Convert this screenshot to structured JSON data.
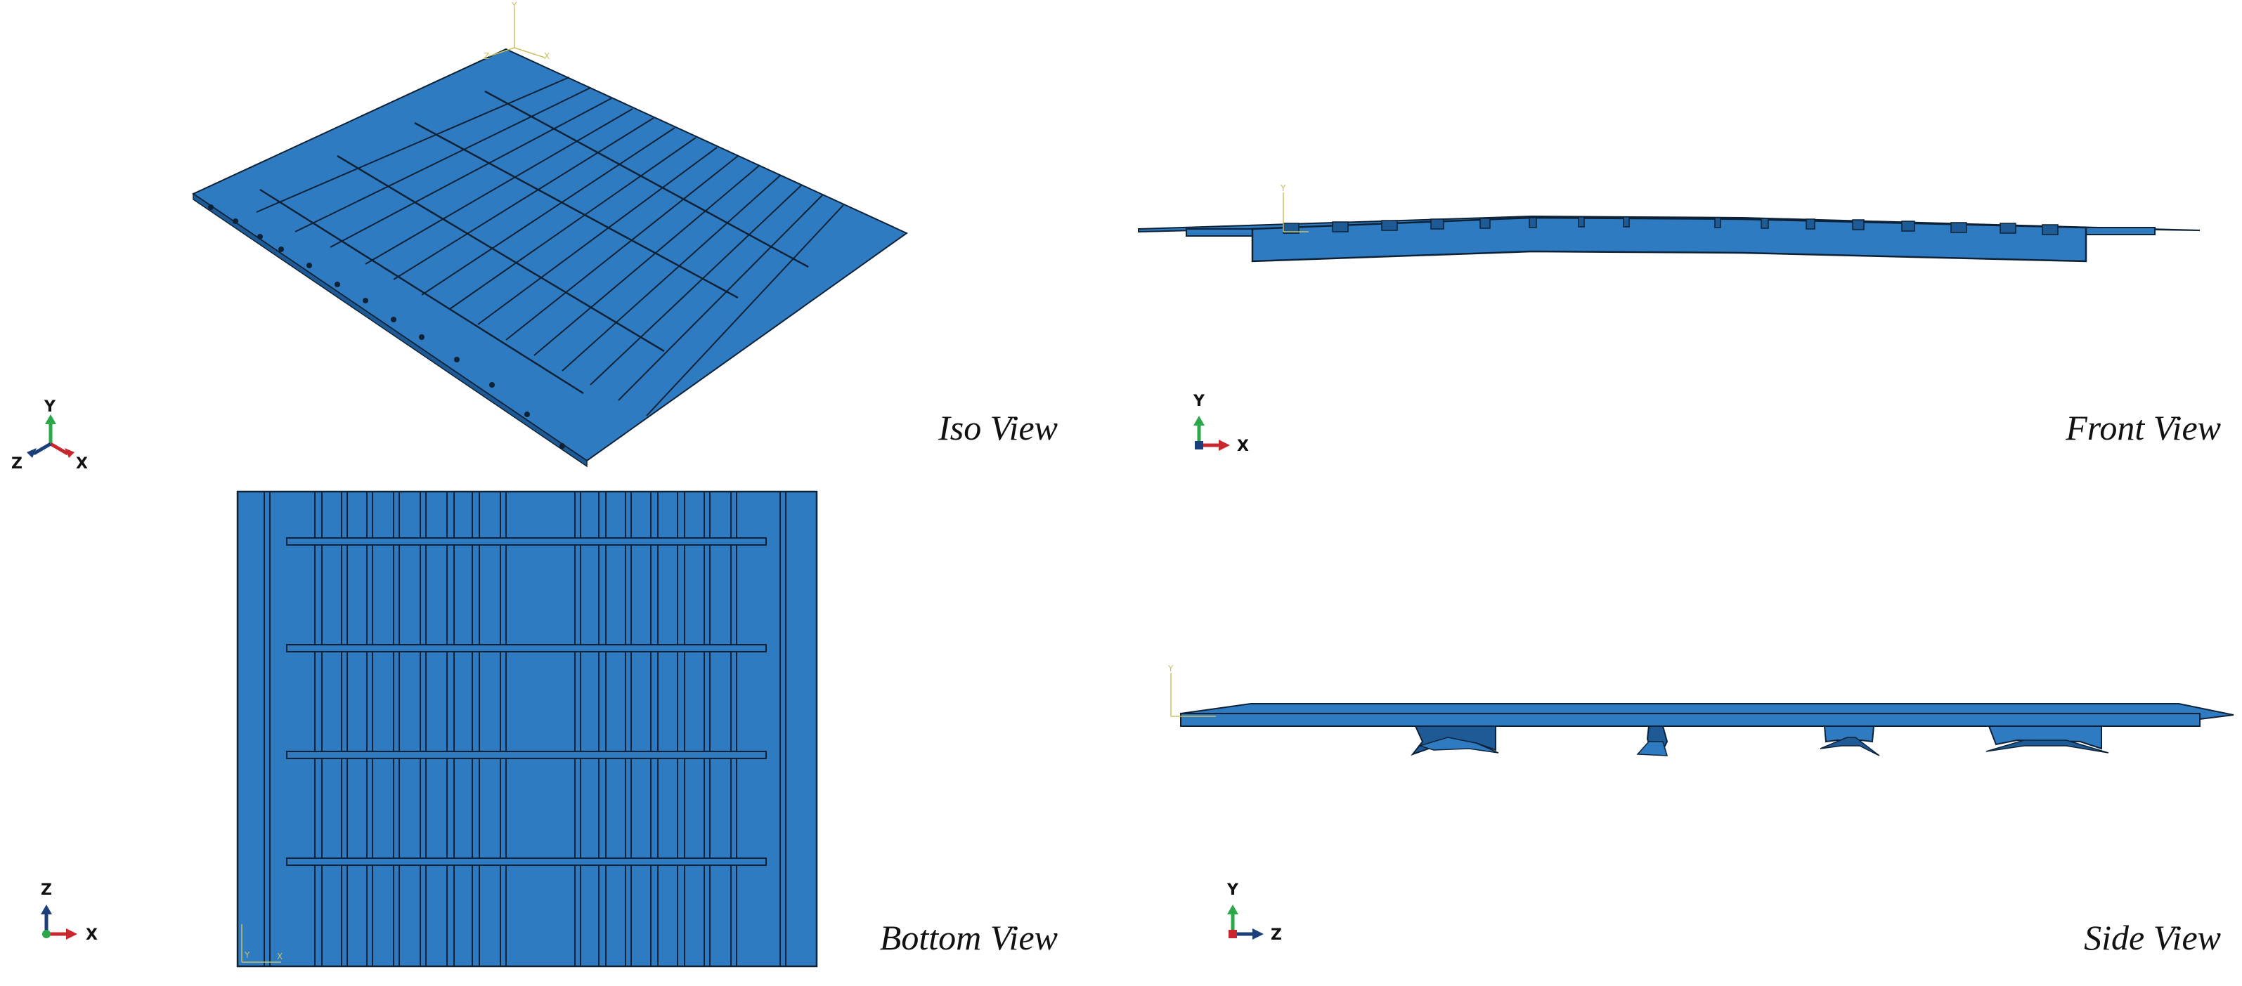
{
  "views": {
    "iso": {
      "label": "Iso View",
      "triad": {
        "up": "Y",
        "left": "Z",
        "right": "X"
      }
    },
    "front": {
      "label": "Front View",
      "triad": {
        "up": "Y",
        "right": "X"
      }
    },
    "bottom": {
      "label": "Bottom View",
      "triad": {
        "up": "Z",
        "right": "X"
      }
    },
    "side": {
      "label": "Side View",
      "triad": {
        "up": "Y",
        "right": "Z"
      }
    }
  },
  "mini_axes": {
    "y": "Y",
    "x": "X",
    "z": "Z"
  },
  "colors": {
    "model_fill": "#2f7bc2",
    "model_dark": "#1e5b96",
    "edge": "#0d2236",
    "axis_y": "#2aa84a",
    "axis_x": "#c8282d",
    "axis_z": "#1b3f7a",
    "mini_axis": "#c8c060"
  }
}
